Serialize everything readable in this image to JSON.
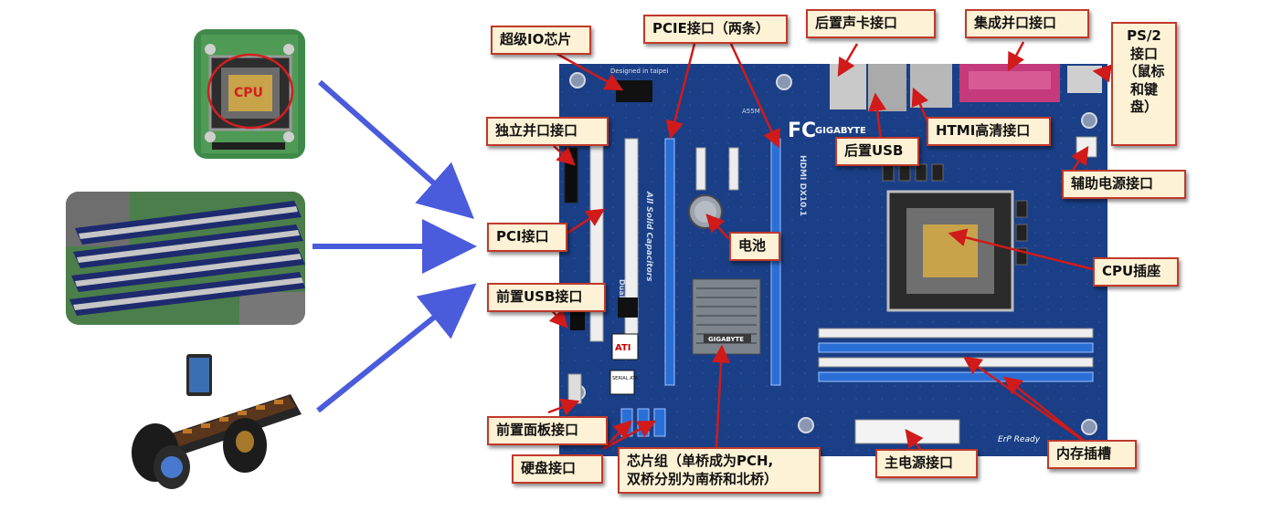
{
  "labels": {
    "super_io": "超级IO芯片",
    "pcie": "PCIE接口（两条）",
    "rear_audio": "后置声卡接口",
    "integrated_parallel": "集成并口接口",
    "ps2": "PS/2接口（鼠标和键盘）",
    "discrete_parallel": "独立并口接口",
    "hdmi": "HTMI高清接口",
    "rear_usb": "后置USB",
    "aux_power": "辅助电源接口",
    "pci": "PCI接口",
    "battery": "电池",
    "cpu_socket": "CPU插座",
    "front_usb": "前置USB接口",
    "front_panel": "前置面板接口",
    "disk": "硬盘接口",
    "chipset_line1": "芯片组（单桥成为PCH,",
    "chipset_line2": "双桥分别为南桥和北桥）",
    "main_power": "主电源接口",
    "memory_slot": "内存插槽"
  },
  "board": {
    "brand": "GIGABYTE",
    "designed_in": "Designed in taipei",
    "solid_caps": "All Solid Capacitors",
    "dual_bios": "DualBIOS",
    "hdmi_text": "HDMI DX10.1",
    "fc_mark": "FC",
    "model": "A55M",
    "erp": "ErP Ready",
    "sata_label": "SERIAL ATA",
    "ati_label": "ATI"
  },
  "colors": {
    "pcb": "#1a3f86",
    "pcb_dark": "#0f2a5e",
    "callout_fill": "#fdf2d5",
    "callout_border": "#c0392b",
    "leader": "#d11a1a",
    "blue_arrow": "#4a5bdc"
  },
  "icons": {
    "left_top": "cpu-socket-photo",
    "left_middle": "ram-modules-photo",
    "left_bottom": "keyboard-mouse-headset-photo"
  }
}
